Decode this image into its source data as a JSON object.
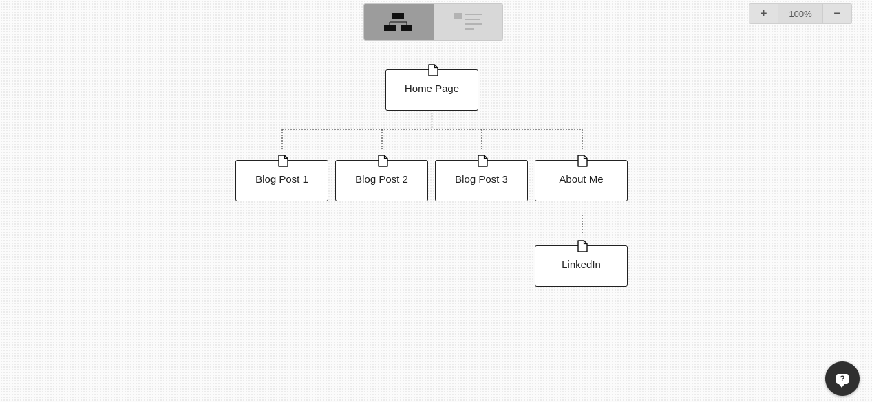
{
  "toolbar": {
    "views": [
      {
        "name": "tree-view",
        "icon": "sitemap-tree-icon",
        "active": true
      },
      {
        "name": "list-view",
        "icon": "outline-list-icon",
        "active": false
      }
    ]
  },
  "zoom": {
    "in_symbol": "+",
    "level": "100%",
    "out_symbol": "−"
  },
  "sitemap": {
    "root": {
      "label": "Home Page",
      "icon": "document-icon"
    },
    "children": [
      {
        "label": "Blog Post 1",
        "icon": "document-icon"
      },
      {
        "label": "Blog Post 2",
        "icon": "document-icon"
      },
      {
        "label": "Blog Post 3",
        "icon": "document-icon"
      },
      {
        "label": "About Me",
        "icon": "document-icon",
        "children": [
          {
            "label": "LinkedIn",
            "icon": "document-icon"
          }
        ]
      }
    ]
  },
  "help": {
    "glyph": "?",
    "icon": "help-chat-icon"
  },
  "colors": {
    "toggle_active": "#9c9c9c",
    "toggle_inactive": "#d8d8d8",
    "node_border": "#222222",
    "help_button": "#2f2f2f"
  }
}
